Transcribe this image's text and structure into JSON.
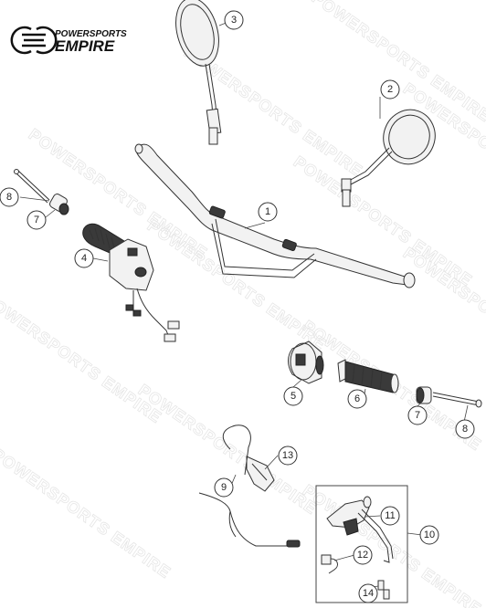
{
  "brand": {
    "line1": "POWERSPORTS",
    "line2": "EMPIRE",
    "color": "#111111"
  },
  "watermark": {
    "text": "POWERSPORTS EMPIRE"
  },
  "callouts": [
    {
      "num": "1"
    },
    {
      "num": "2"
    },
    {
      "num": "3"
    },
    {
      "num": "4"
    },
    {
      "num": "5"
    },
    {
      "num": "6"
    },
    {
      "num": "7"
    },
    {
      "num": "7"
    },
    {
      "num": "8"
    },
    {
      "num": "8"
    },
    {
      "num": "9"
    },
    {
      "num": "10"
    },
    {
      "num": "11"
    },
    {
      "num": "12"
    },
    {
      "num": "13"
    },
    {
      "num": "14"
    }
  ]
}
